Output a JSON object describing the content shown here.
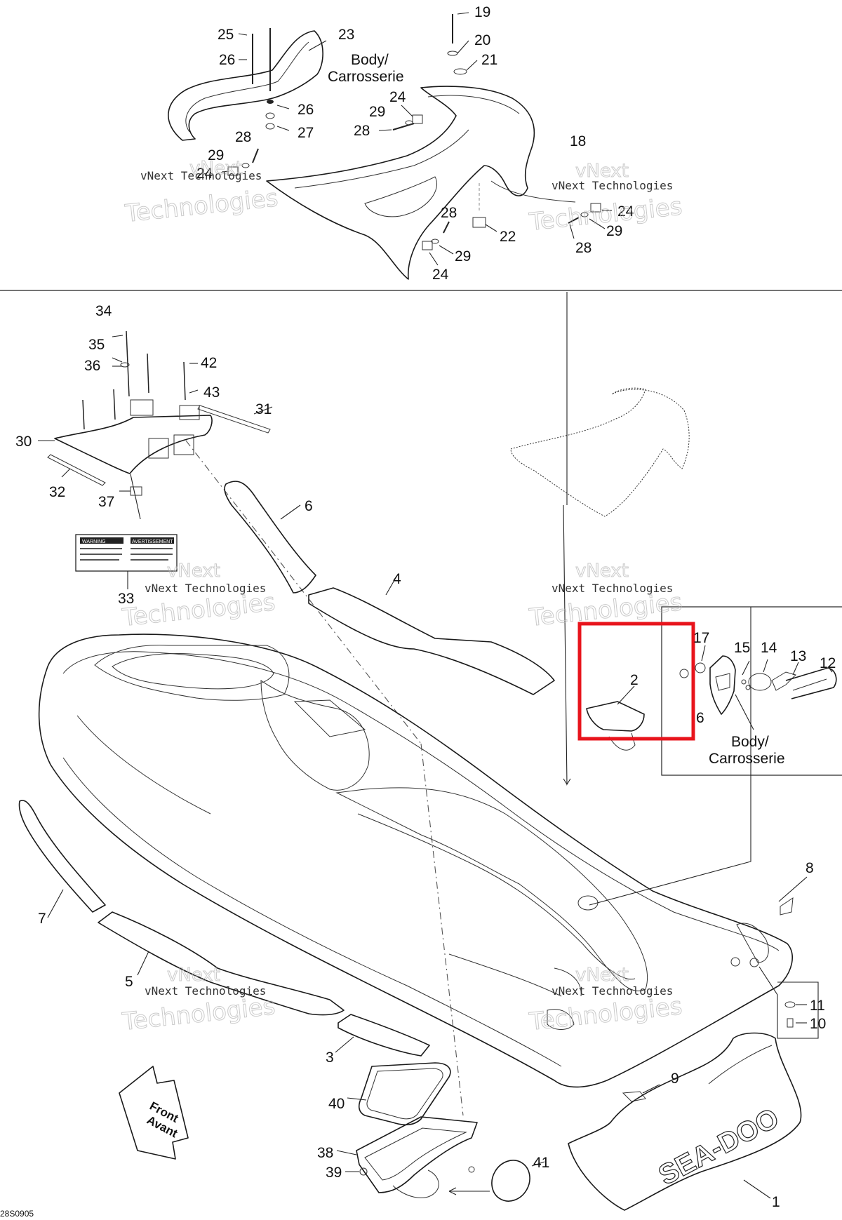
{
  "callouts": [
    {
      "id": "c1",
      "text": "1"
    },
    {
      "id": "c2",
      "text": "2"
    },
    {
      "id": "c3",
      "text": "3"
    },
    {
      "id": "c4",
      "text": "4"
    },
    {
      "id": "c5",
      "text": "5"
    },
    {
      "id": "c6a",
      "text": "6"
    },
    {
      "id": "c6b",
      "text": "6"
    },
    {
      "id": "c7",
      "text": "7"
    },
    {
      "id": "c8",
      "text": "8"
    },
    {
      "id": "c9",
      "text": "9"
    },
    {
      "id": "c10",
      "text": "10"
    },
    {
      "id": "c11",
      "text": "11"
    },
    {
      "id": "c12",
      "text": "12"
    },
    {
      "id": "c13",
      "text": "13"
    },
    {
      "id": "c14",
      "text": "14"
    },
    {
      "id": "c15",
      "text": "15"
    },
    {
      "id": "c17",
      "text": "17"
    },
    {
      "id": "c18",
      "text": "18"
    },
    {
      "id": "c19",
      "text": "19"
    },
    {
      "id": "c20",
      "text": "20"
    },
    {
      "id": "c21",
      "text": "21"
    },
    {
      "id": "c22",
      "text": "22"
    },
    {
      "id": "c23",
      "text": "23"
    },
    {
      "id": "c24a",
      "text": "24"
    },
    {
      "id": "c24b",
      "text": "24"
    },
    {
      "id": "c24c",
      "text": "24"
    },
    {
      "id": "c24d",
      "text": "24"
    },
    {
      "id": "c25",
      "text": "25"
    },
    {
      "id": "c26a",
      "text": "26"
    },
    {
      "id": "c26b",
      "text": "26"
    },
    {
      "id": "c27",
      "text": "27"
    },
    {
      "id": "c28a",
      "text": "28"
    },
    {
      "id": "c28b",
      "text": "28"
    },
    {
      "id": "c28c",
      "text": "28"
    },
    {
      "id": "c28d",
      "text": "28"
    },
    {
      "id": "c29a",
      "text": "29"
    },
    {
      "id": "c29b",
      "text": "29"
    },
    {
      "id": "c29c",
      "text": "29"
    },
    {
      "id": "c29d",
      "text": "29"
    },
    {
      "id": "c30",
      "text": "30"
    },
    {
      "id": "c31",
      "text": "31"
    },
    {
      "id": "c32",
      "text": "32"
    },
    {
      "id": "c33",
      "text": "33"
    },
    {
      "id": "c34",
      "text": "34"
    },
    {
      "id": "c35",
      "text": "35"
    },
    {
      "id": "c36",
      "text": "36"
    },
    {
      "id": "c37",
      "text": "37"
    },
    {
      "id": "c38",
      "text": "38"
    },
    {
      "id": "c39",
      "text": "39"
    },
    {
      "id": "c40",
      "text": "40"
    },
    {
      "id": "c41",
      "text": "41"
    },
    {
      "id": "c42",
      "text": "42"
    },
    {
      "id": "c43",
      "text": "43"
    }
  ],
  "body_label_top": {
    "line1": "Body/",
    "line2": "Carrosserie"
  },
  "body_label_inset": {
    "line1": "Body/",
    "line2": "Carrosserie"
  },
  "front_arrow": {
    "line1": "Front",
    "line2": "Avant"
  },
  "watermark": {
    "line1": "vNext Technologies",
    "line2": "vNext",
    "line3": "Technologies"
  },
  "figure_code": "28S0905",
  "warning_label": {
    "left_title": "WARNING",
    "right_title": "AVERTISSEMENT"
  },
  "deck_logo": "SEA-DOO",
  "highlight_color": "#e8141c"
}
